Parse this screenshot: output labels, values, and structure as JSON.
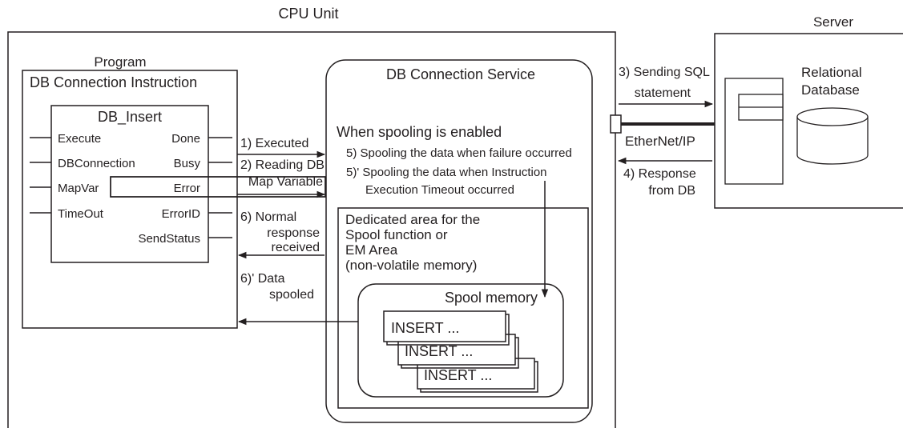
{
  "cpu_unit": {
    "title": "CPU Unit"
  },
  "server": {
    "title": "Server",
    "database_line1": "Relational",
    "database_line2": "Database"
  },
  "program": {
    "title": "Program",
    "instruction_box_title": "DB Connection Instruction",
    "block": {
      "name": "DB_Insert",
      "inputs": [
        "Execute",
        "DBConnection",
        "MapVar",
        "TimeOut"
      ],
      "outputs": [
        "Done",
        "Busy",
        "Error",
        "ErrorID",
        "SendStatus"
      ]
    }
  },
  "service": {
    "title": "DB Connection Service",
    "spool_heading": "When spooling is enabled",
    "step5": "5)  Spooling the data when failure occurred",
    "step5p_line1": "5)' Spooling the data when Instruction",
    "step5p_line2": "Execution Timeout occurred",
    "area_line1": "Dedicated area for the",
    "area_line2": "Spool function or",
    "area_line3": "EM Area",
    "area_line4": "(non-volatile memory)",
    "spool_memory": "Spool memory",
    "inserts": [
      "INSERT ...",
      "INSERT ...",
      "INSERT ..."
    ]
  },
  "arrows": {
    "a1": "1) Executed",
    "a2_line1": "2) Reading DB",
    "a2_line2": "Map Variable",
    "a6_line1": "6) Normal",
    "a6_line2": "response",
    "a6_line3": "received",
    "a6p_line1": "6)' Data",
    "a6p_line2": "spooled",
    "a3_line1": "3) Sending SQL",
    "a3_line2": "statement",
    "a4_line1": "4) Response",
    "a4_line2": "from DB",
    "ethernet": "EtherNet/IP"
  }
}
